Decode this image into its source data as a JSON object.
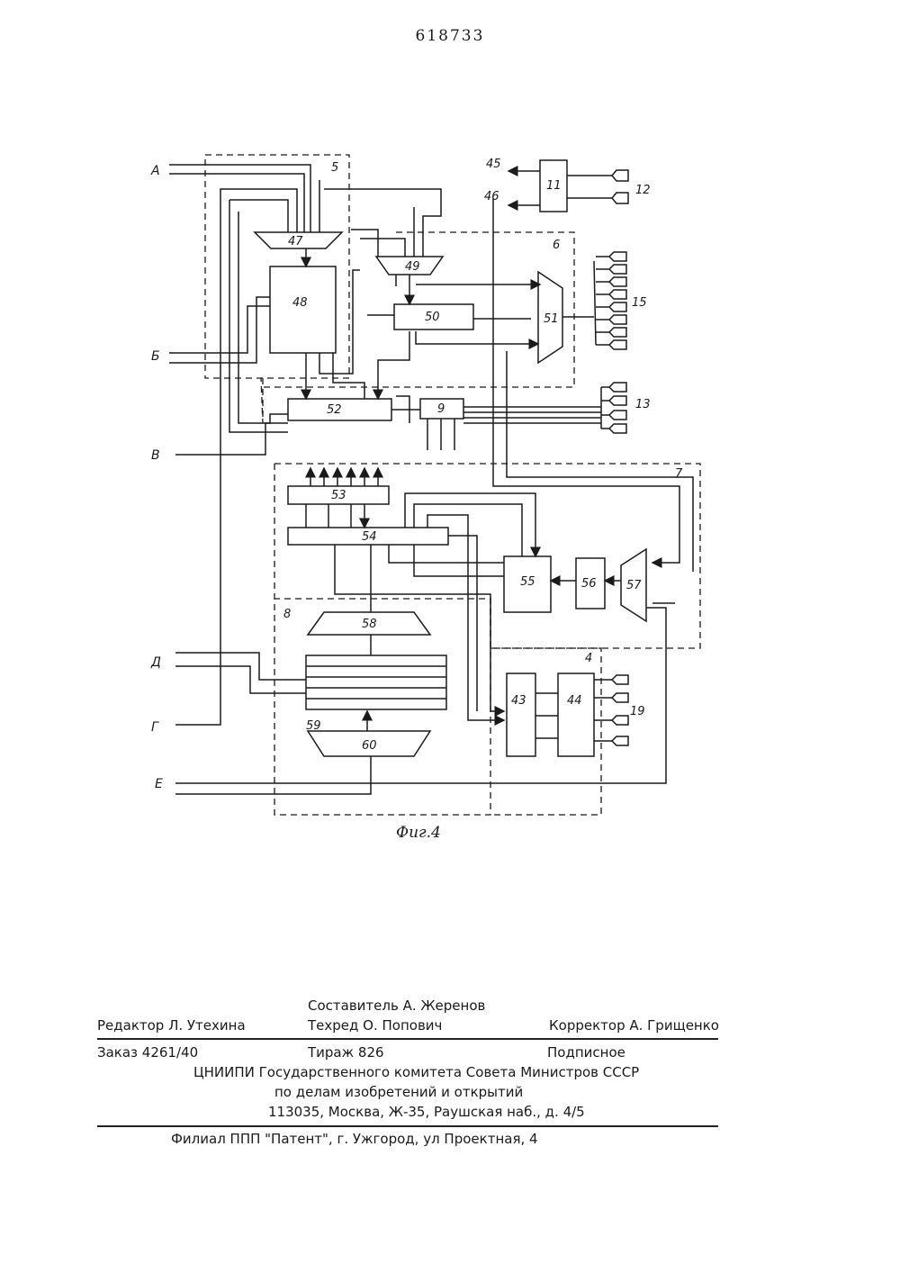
{
  "page": {
    "number": "618733",
    "caption": "Фиг.4"
  },
  "diagram": {
    "inputs": [
      "А",
      "Б",
      "В",
      "Д",
      "Г",
      "Е"
    ],
    "outputs": [
      "45",
      "46"
    ],
    "connector_groups": [
      "12",
      "15",
      "13",
      "19"
    ],
    "regions": [
      "5",
      "6",
      "7",
      "8",
      "4"
    ],
    "blocks": [
      "47",
      "48",
      "49",
      "50",
      "51",
      "52",
      "9",
      "11",
      "53",
      "54",
      "55",
      "56",
      "57",
      "58",
      "59",
      "60",
      "43",
      "44"
    ]
  },
  "imprint": {
    "compiler": "Составитель А. Жеренов",
    "editor": "Редактор Л. Утехина",
    "techred": "Техред О. Попович",
    "corrector": "Корректор А. Грищенко",
    "order": "Заказ 4261/40",
    "circulation": "Тираж 826",
    "subscription": "Подписное",
    "org_line1": "ЦНИИПИ Государственного комитета Совета Министров СССР",
    "org_line2": "по делам изобретений и открытий",
    "address": "113035, Москва, Ж-35, Раушская наб., д. 4/5",
    "branch": "Филиал ППП \"Патент\", г. Ужгород, ул Проектная, 4"
  }
}
